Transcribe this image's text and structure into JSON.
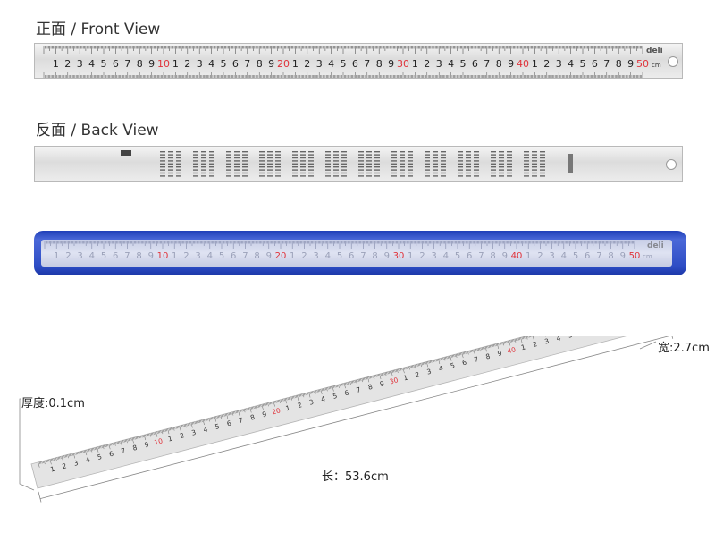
{
  "titles": {
    "front": "正面 / Front View",
    "back": "反面 / Back View"
  },
  "brand": "deli",
  "units_label": "cm",
  "ruler_numbers": [
    "1",
    "2",
    "3",
    "4",
    "5",
    "6",
    "7",
    "8",
    "9",
    "10",
    "1",
    "2",
    "3",
    "4",
    "5",
    "6",
    "7",
    "8",
    "9",
    "20",
    "1",
    "2",
    "3",
    "4",
    "5",
    "6",
    "7",
    "8",
    "9",
    "30",
    "1",
    "2",
    "3",
    "4",
    "5",
    "6",
    "7",
    "8",
    "9",
    "40",
    "1",
    "2",
    "3",
    "4",
    "5",
    "6",
    "7",
    "8",
    "9",
    "50"
  ],
  "highlight_numbers": [
    "10",
    "20",
    "30",
    "40",
    "50"
  ],
  "dimensions": {
    "width": "宽:2.7cm",
    "thickness": "厚度:0.1cm",
    "length": "长：53.6cm"
  },
  "colors": {
    "highlight": "#e0323a",
    "sleeve_blue": "#2d4cc4"
  }
}
